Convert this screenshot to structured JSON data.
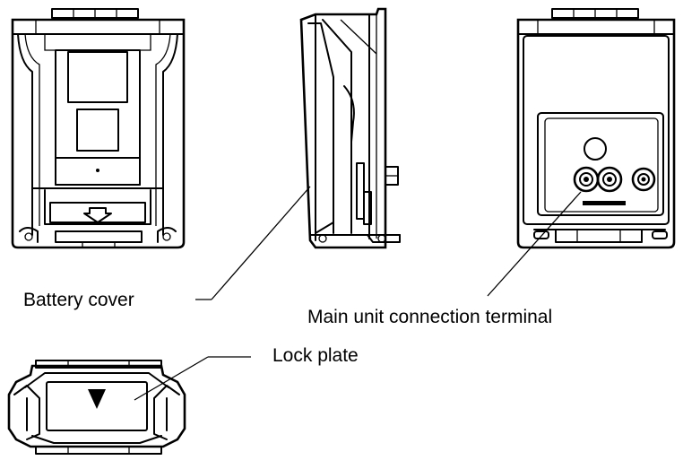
{
  "labels": {
    "battery_cover": "Battery cover",
    "main_unit_terminal": "Main unit connection terminal",
    "lock_plate": "Lock plate"
  },
  "views": {
    "front": "front-view",
    "side": "side-view",
    "back": "back-view",
    "bottom": "bottom-view"
  }
}
